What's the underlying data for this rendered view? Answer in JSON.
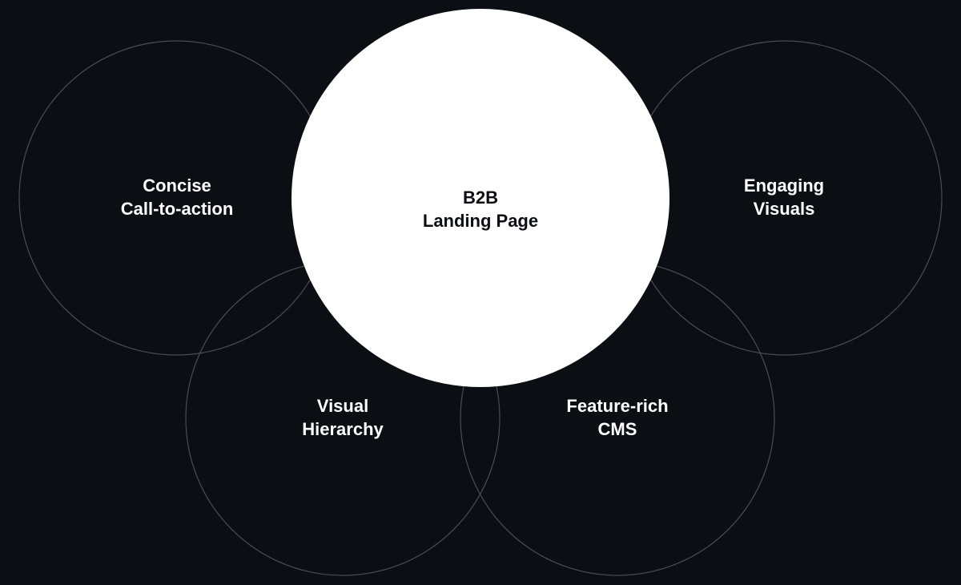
{
  "colors": {
    "background": "#0b0e13",
    "outline": "#4a4d52",
    "center_fill": "#ffffff",
    "center_text": "#0b0e13",
    "outer_text": "#ffffff"
  },
  "center": {
    "line1": "B2B",
    "line2": "Landing Page"
  },
  "nodes": [
    {
      "line1": "Concise",
      "line2": "Call-to-action"
    },
    {
      "line1": "Engaging",
      "line2": "Visuals"
    },
    {
      "line1": "Visual",
      "line2": "Hierarchy"
    },
    {
      "line1": "Feature-rich",
      "line2": "CMS"
    }
  ]
}
